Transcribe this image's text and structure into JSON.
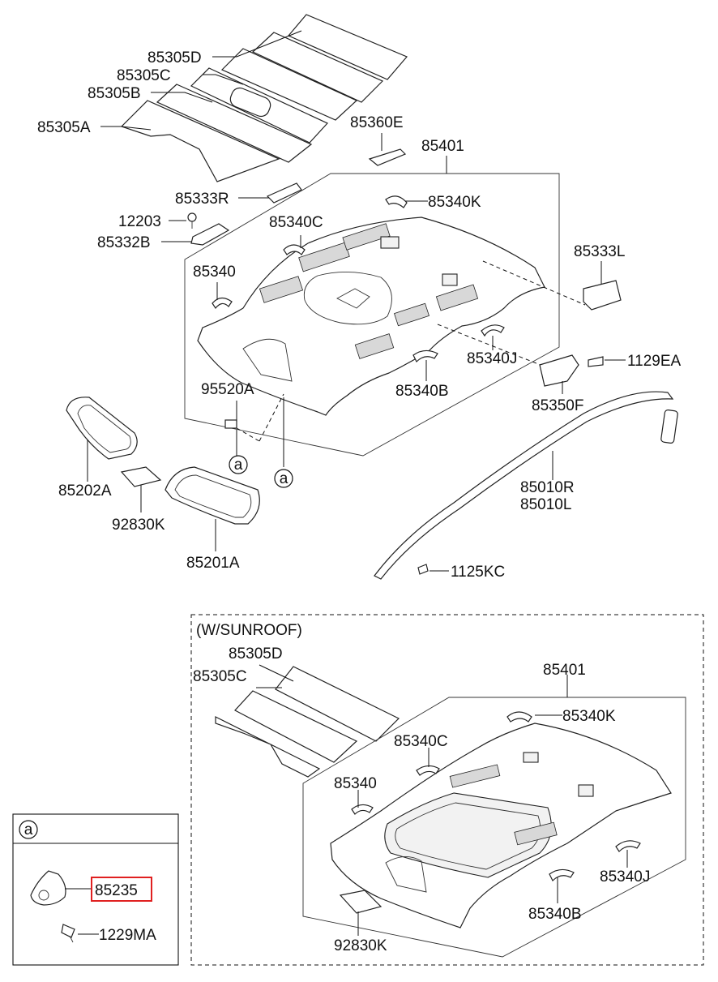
{
  "main_labels": {
    "p85305D": "85305D",
    "p85305C": "85305C",
    "p85305B": "85305B",
    "p85305A": "85305A",
    "p85360E": "85360E",
    "p85401": "85401",
    "p85333R": "85333R",
    "p85340K": "85340K",
    "p12203": "12203",
    "p85340C": "85340C",
    "p85332B": "85332B",
    "p85333L": "85333L",
    "p85340": "85340",
    "p85340J": "85340J",
    "p1129EA": "1129EA",
    "p95520A": "95520A",
    "p85340B": "85340B",
    "p85350F": "85350F",
    "p85202A": "85202A",
    "p92830K": "92830K",
    "p85010R": "85010R",
    "p85010L": "85010L",
    "p85201A": "85201A",
    "p1125KC": "1125KC",
    "callout_a1": "a",
    "callout_a2": "a"
  },
  "sunroof_labels": {
    "section_title": "(W/SUNROOF)",
    "p85305D": "85305D",
    "p85305C": "85305C",
    "p85401": "85401",
    "p85340K": "85340K",
    "p85340C": "85340C",
    "p85340": "85340",
    "p85340J": "85340J",
    "p85340B": "85340B",
    "p92830K": "92830K"
  },
  "detail_box": {
    "header": "a",
    "p85235": "85235",
    "p1229MA": "1229MA",
    "highlight_color": "#e02020"
  }
}
